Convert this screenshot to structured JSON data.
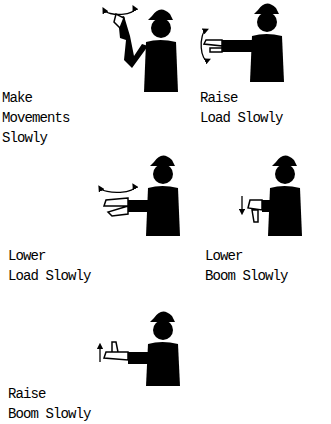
{
  "diagram": {
    "labels": [
      "Make Movements Slowly",
      "Raise Load Slowly",
      "Lower Load Slowly",
      "Lower Boom Slowly",
      "Raise Boom Slowly"
    ]
  }
}
